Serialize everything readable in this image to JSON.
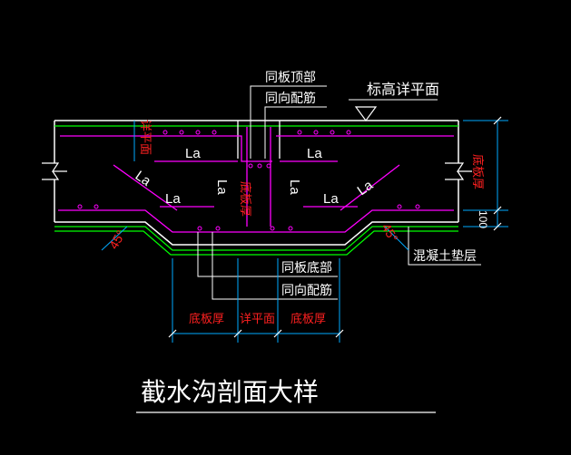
{
  "title": "截水沟剖面大样",
  "labels": {
    "top_note_line1": "同板顶部",
    "top_note_line2": "同向配筋",
    "elevation_note": "标高详平面",
    "bottom_note_line1": "同板底部",
    "bottom_note_line2": "同向配筋",
    "cushion_note": "混凝土垫层",
    "left_thickness": "详平面",
    "right_thickness": "底板厚",
    "right_dim_value": "100",
    "center_vertical": "底板厚",
    "dim_left": "底板厚",
    "dim_center": "详平面",
    "dim_right": "底板厚",
    "angle_left": "45°",
    "angle_right": "45°",
    "la": "La"
  },
  "colors": {
    "background": "#000000",
    "outline": "#ffffff",
    "rebar": "#ff00ff",
    "cushion": "#00ff00",
    "dimension": "#00aaff",
    "red_text": "#ff2020",
    "yellow": "#ffff00"
  }
}
